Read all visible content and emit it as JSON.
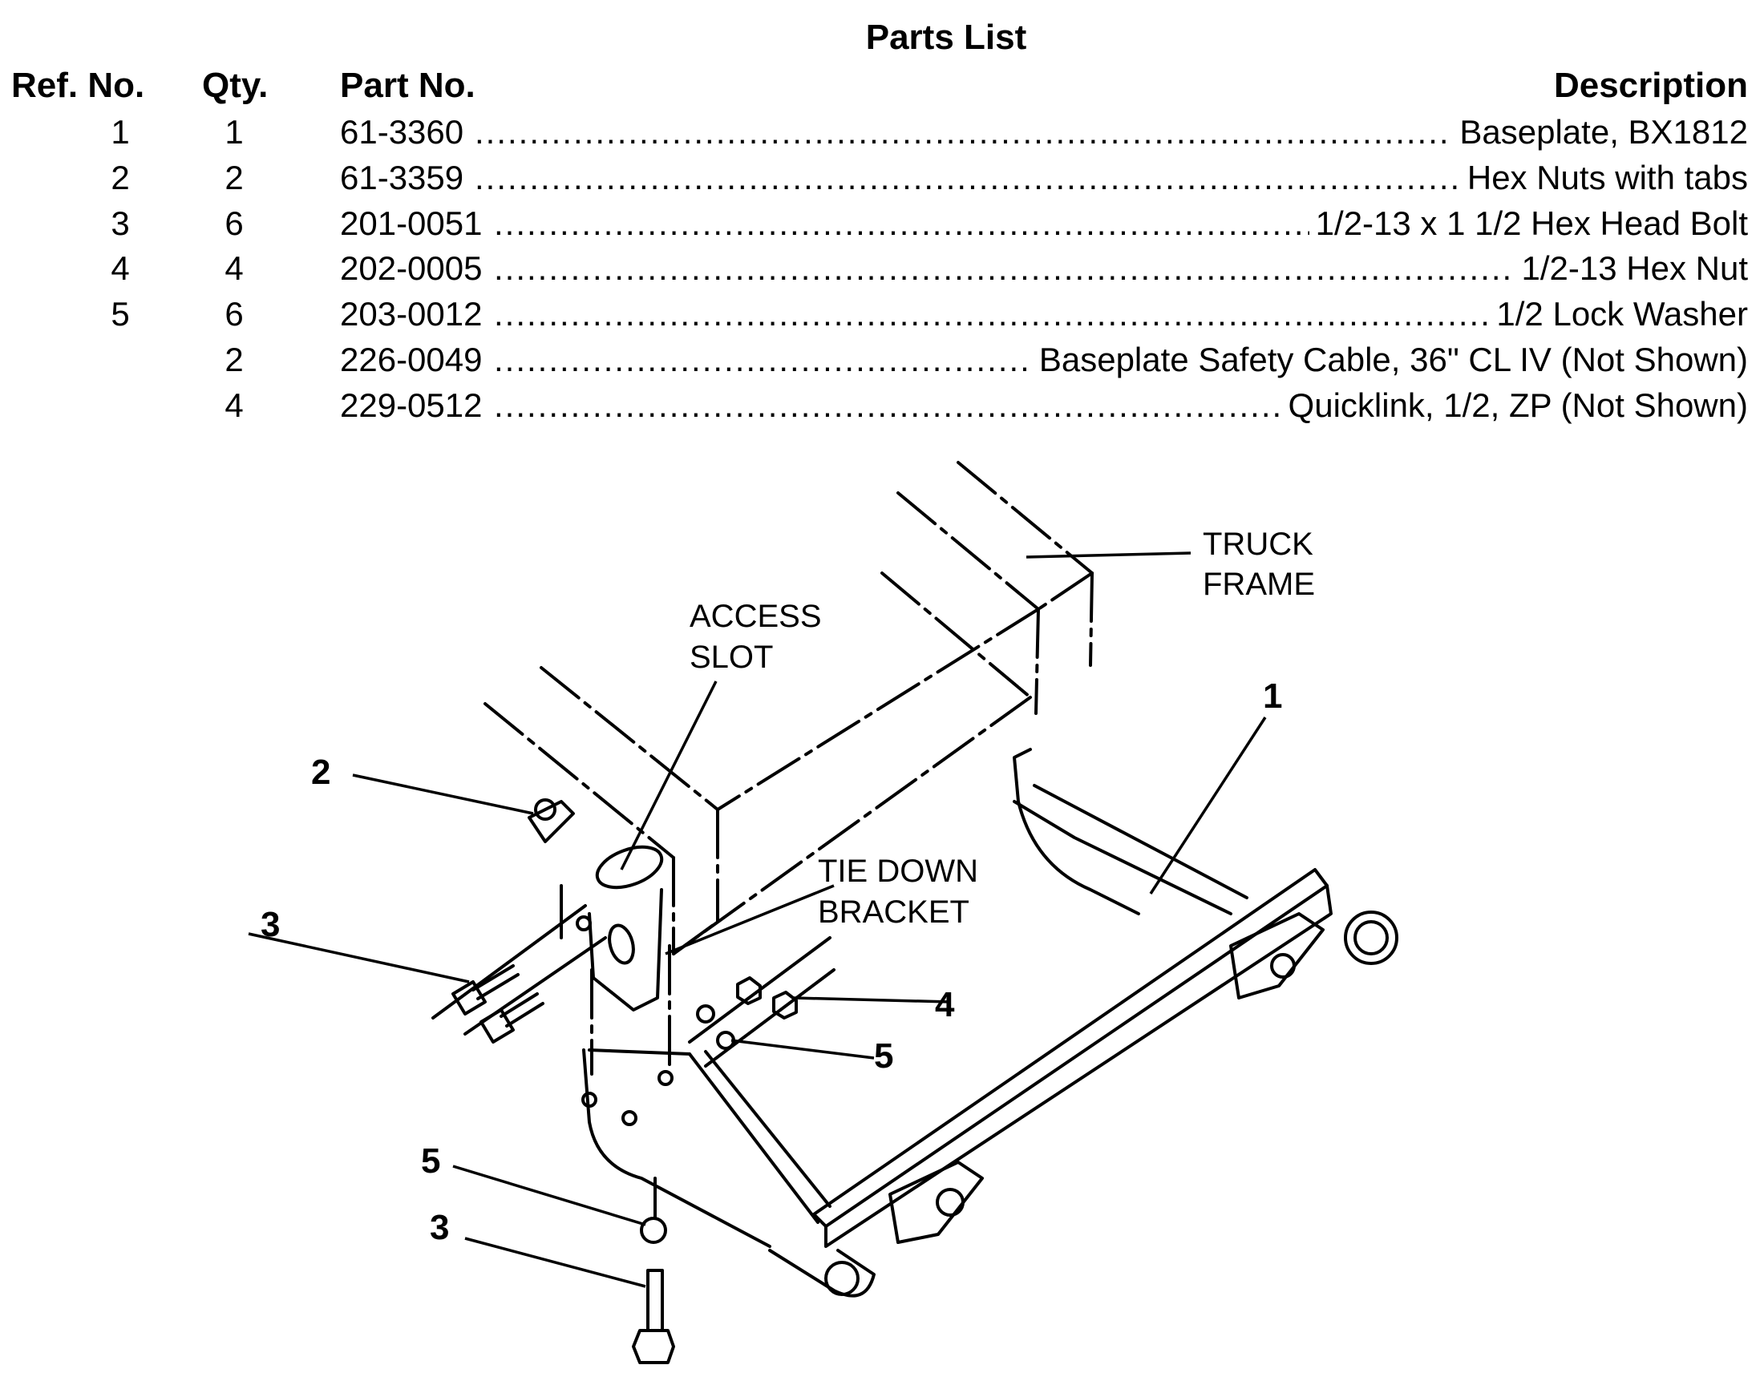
{
  "parts_list": {
    "title": "Parts List",
    "headers": {
      "ref_no": "Ref. No.",
      "qty": "Qty.",
      "part_no": "Part No.",
      "description": "Description"
    },
    "leader_dots": "..............................................................................................................................................................................",
    "rows": [
      {
        "ref": "1",
        "qty": "1",
        "part_no": "61-3360",
        "description": "Baseplate, BX1812"
      },
      {
        "ref": "2",
        "qty": "2",
        "part_no": "61-3359",
        "description": "Hex Nuts with tabs"
      },
      {
        "ref": "3",
        "qty": "6",
        "part_no": "201-0051",
        "description": "1/2-13 x 1 1/2 Hex Head Bolt"
      },
      {
        "ref": "4",
        "qty": "4",
        "part_no": "202-0005",
        "description": "1/2-13 Hex Nut"
      },
      {
        "ref": "5",
        "qty": "6",
        "part_no": "203-0012",
        "description": "1/2 Lock Washer"
      },
      {
        "ref": "",
        "qty": "2",
        "part_no": "226-0049",
        "description": "Baseplate Safety Cable, 36\" CL IV (Not Shown)"
      },
      {
        "ref": "",
        "qty": "4",
        "part_no": "229-0512",
        "description": "Quicklink, 1/2, ZP (Not Shown)"
      }
    ]
  },
  "diagram": {
    "labels": {
      "truck_frame_1": "TRUCK",
      "truck_frame_2": "FRAME",
      "access_slot_1": "ACCESS",
      "access_slot_2": "SLOT",
      "tie_down_1": "TIE DOWN",
      "tie_down_2": "BRACKET"
    },
    "callouts": {
      "baseplate": "1",
      "hex_nut_tabs": "2",
      "bolt_upper": "3",
      "hex_nut": "4",
      "lock_washer_upper": "5",
      "lock_washer_lower": "5",
      "bolt_lower": "3"
    }
  }
}
